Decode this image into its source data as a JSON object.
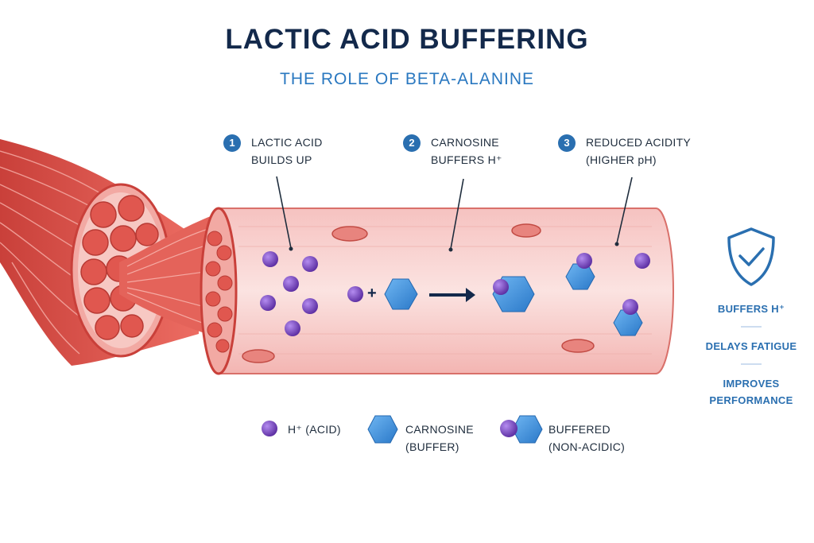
{
  "header": {
    "title": "LACTIC ACID BUFFERING",
    "subtitle": "THE ROLE OF BETA-ALANINE"
  },
  "steps": [
    {
      "number": "1",
      "line1": "LACTIC ACID",
      "line2": "BUILDS UP"
    },
    {
      "number": "2",
      "line1": "CARNOSINE",
      "line2": "BUFFERS H⁺"
    },
    {
      "number": "3",
      "line1": "REDUCED ACIDITY",
      "line2": "(HIGHER pH)"
    }
  ],
  "reaction": {
    "plus": "+"
  },
  "benefits": {
    "items": [
      "BUFFERS H⁺",
      "DELAYS FATIGUE",
      "IMPROVES",
      "PERFORMANCE"
    ]
  },
  "legend": [
    {
      "line1": "H⁺ (ACID)",
      "line2": ""
    },
    {
      "line1": "CARNOSINE",
      "line2": "(BUFFER)"
    },
    {
      "line1": "BUFFERED",
      "line2": "(NON-ACIDIC)"
    }
  ],
  "colors": {
    "title": "#13294b",
    "subtitle": "#2a78c0",
    "hydrogen_ion": "#6a3fb0",
    "carnosine": "#3a8ed8",
    "muscle": "#e0574f",
    "fiber_tube": "#f9d3d1",
    "badge": "#2a6fb0"
  },
  "icons": [
    "shield-check-icon",
    "arrow-right-icon"
  ]
}
